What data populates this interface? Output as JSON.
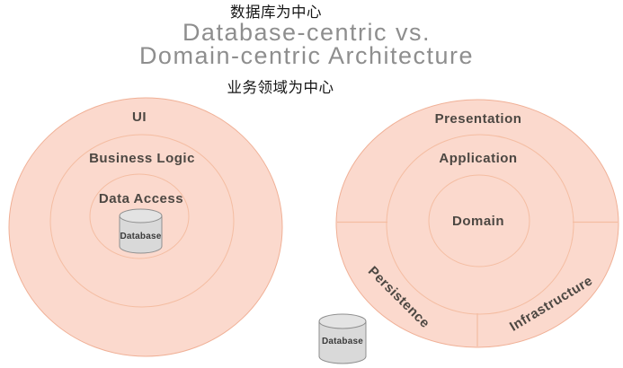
{
  "header": {
    "label_top_cn": "数据库为中心",
    "title_line1": "Database-centric vs.",
    "title_line2": "Domain-centric Architecture",
    "label_bottom_cn": "业务领域为中心"
  },
  "left_diagram": {
    "name": "database-centric",
    "layers": [
      "UI",
      "Business Logic",
      "Data Access"
    ],
    "database_label": "Database"
  },
  "right_diagram": {
    "name": "domain-centric",
    "layers": [
      "Presentation",
      "Application",
      "Domain"
    ],
    "outer_segments": [
      "Persistence",
      "Infrastructure"
    ],
    "database_label": "Database"
  },
  "colors": {
    "ring_fill": "#fbd9cd",
    "ring_stroke": "#f4bda2",
    "ring_stroke_outer": "#f0b096",
    "title_color": "#8e8e8e",
    "cn_text_color": "#161616",
    "layer_text_color": "#4c4742",
    "cylinder_fill": "#d9d9d9",
    "cylinder_top_fill": "#e3e3e3",
    "cylinder_stroke": "#8f8f8f",
    "cylinder_text_color": "#3a3a3a",
    "background": "#ffffff"
  }
}
